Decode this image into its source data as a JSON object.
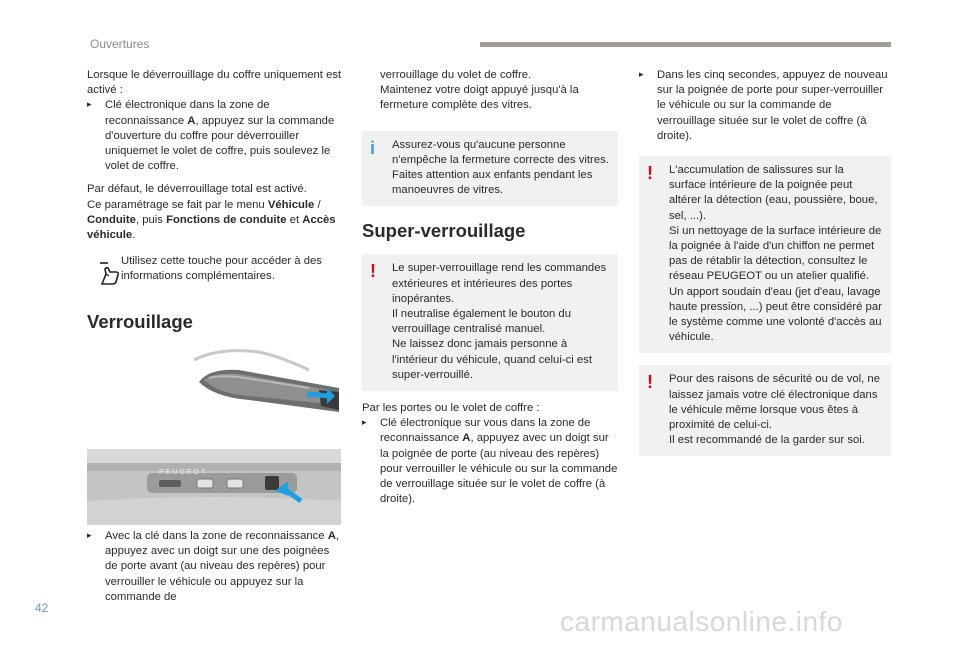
{
  "header": {
    "title": "Ouvertures"
  },
  "page_number": "42",
  "watermark": "carmanualsonline.info",
  "col1": {
    "intro": "Lorsque le déverrouillage du coffre uniquement est activé :",
    "bullet1": "Clé électronique dans la zone de reconnaissance A, appuyez sur la commande d'ouverture du coffre pour déverrouiller uniquemet le volet de coffre, puis soulevez le volet de coffre.",
    "default_l1": "Par défaut, le déverrouillage total est activé.",
    "default_l2a": "Ce paramétrage se fait par le menu ",
    "default_b1": "Véhicule",
    "default_sep1": " / ",
    "default_b2": "Conduite",
    "default_sep2": ", puis ",
    "default_b3": "Fonctions de conduite",
    "default_sep3": " et ",
    "default_b4": "Accès véhicule",
    "default_end": ".",
    "touch_text": "Utilisez cette touche pour accéder à des informations complémentaires.",
    "heading": "Verrouillage",
    "bullet2": "Avec la clé dans la zone de reconnaissance A, appuyez avec un doigt sur une des poignées de porte avant (au niveau des repères) pour verrouiller le véhicule ou appuyez sur la commande de"
  },
  "col2": {
    "cont1": "verrouillage du volet de coffre.",
    "cont2": "Maintenez votre doigt appuyé jusqu'à la fermeture complète des vitres.",
    "info_l1": "Assurez-vous qu'aucune personne n'empêche la fermeture correcte des vitres.",
    "info_l2": "Faites attention aux enfants pendant les manoeuvres de vitres.",
    "heading": "Super-verrouillage",
    "warn_l1": "Le super-verrouillage rend les commandes extérieures et intérieures des portes inopérantes.",
    "warn_l2": "Il neutralise également le bouton du verrouillage centralisé manuel.",
    "warn_l3": "Ne laissez donc jamais personne à l'intérieur du véhicule, quand celui-ci est super-verrouillé.",
    "by_doors": "Par les portes ou le volet de coffre :",
    "bullet": "Clé électronique sur vous dans la zone de reconnaissance A, appuyez avec un doigt sur la poignée de porte (au niveau des repères) pour verrouiller le véhicule ou sur la commande de verrouillage située sur le volet de coffre (à droite)."
  },
  "col3": {
    "bullet": "Dans les cinq secondes, appuyez de nouveau sur la poignée de porte pour super-verrouiller le véhicule ou sur la commande de verrouillage située sur le volet de coffre (à droite).",
    "warn1_l1": "L'accumulation de salissures sur la surface intérieure de la poignée peut altérer la détection (eau, poussière, boue, sel, ...).",
    "warn1_l2": "Si un nettoyage de la surface intérieure de la poignée à l'aide d'un chiffon ne permet pas de rétablir la détection, consultez le réseau PEUGEOT ou un atelier qualifié.",
    "warn1_l3": "Un apport soudain d'eau (jet d'eau, lavage haute pression, ...) peut être considéré par le système comme une volonté d'accès au véhicule.",
    "warn2_l1": "Pour des raisons de sécurité ou de vol, ne laissez jamais votre clé électronique dans le véhicule même lorsque vous êtes à proximité de celui-ci.",
    "warn2_l2": "Il est recommandé de la garder sur soi."
  },
  "icons": {
    "bullet": "bullet-arrow-icon",
    "touch": "hand-touch-icon",
    "info": "info-icon",
    "warning": "warning-icon"
  },
  "colors": {
    "info": "#3aa3d9",
    "warning": "#e2001a",
    "header_bar": "#a39d96",
    "note_background": "#f1f1f1",
    "page_number": "#6a9fb5"
  },
  "photo_labels": {
    "brand_plate": "PEUGEOT"
  }
}
